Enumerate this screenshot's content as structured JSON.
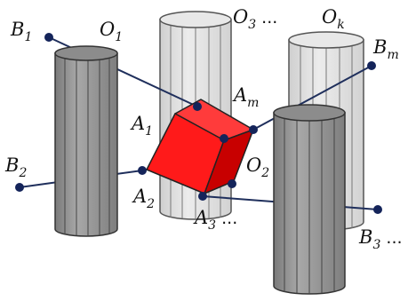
{
  "labels": {
    "b1": {
      "main": "B",
      "sub": "1",
      "suffix": ""
    },
    "b2": {
      "main": "B",
      "sub": "2",
      "suffix": ""
    },
    "b3": {
      "main": "B",
      "sub": "3",
      "suffix": " ..."
    },
    "bm": {
      "main": "B",
      "sub": "m",
      "suffix": ""
    },
    "o1": {
      "main": "O",
      "sub": "1",
      "suffix": ""
    },
    "o2": {
      "main": "O",
      "sub": "2",
      "suffix": ""
    },
    "o3": {
      "main": "O",
      "sub": "3",
      "suffix": " ..."
    },
    "ok": {
      "main": "O",
      "sub": "k",
      "suffix": ""
    },
    "a1": {
      "main": "A",
      "sub": "1",
      "suffix": ""
    },
    "a2": {
      "main": "A",
      "sub": "2",
      "suffix": ""
    },
    "a3": {
      "main": "A",
      "sub": "3",
      "suffix": " ..."
    },
    "am": {
      "main": "A",
      "sub": "m",
      "suffix": ""
    }
  },
  "colors": {
    "line": "#1f2f5c",
    "point": "#14245a",
    "cylinder_dark": "#9a9a9a",
    "cylinder_light": "#dcdcdc",
    "cube_front": "#ff1a1a",
    "cube_top": "#ff3b3b",
    "cube_side": "#d00000"
  }
}
